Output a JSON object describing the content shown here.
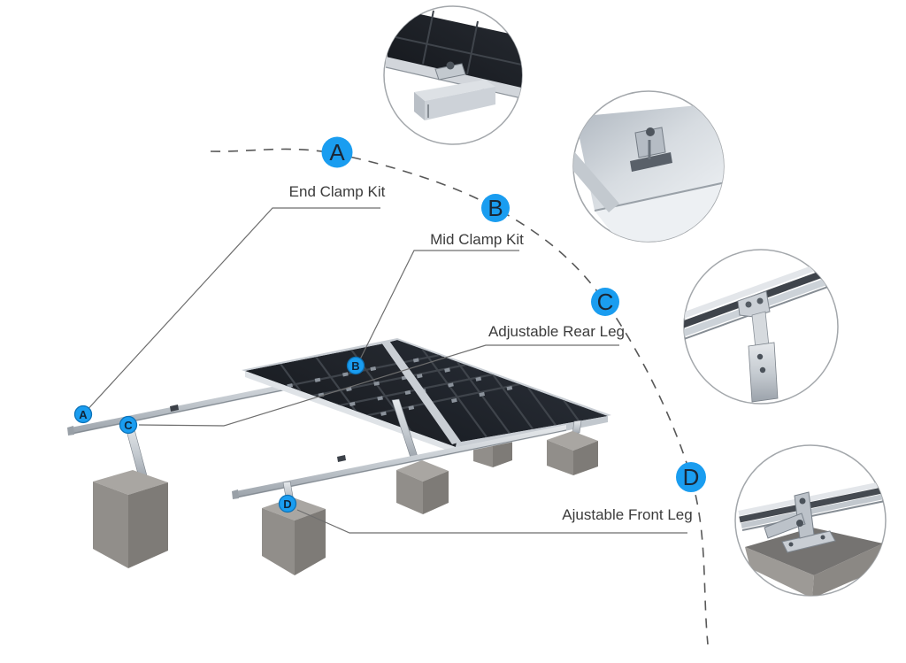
{
  "figure": {
    "title": "Solar mounting system callout diagram",
    "callouts": [
      {
        "letter": "A",
        "label": "End Clamp Kit"
      },
      {
        "letter": "B",
        "label": "Mid Clamp Kit"
      },
      {
        "letter": "C",
        "label": "Adjustable Rear Leg"
      },
      {
        "letter": "D",
        "label": "Ajustable Front Leg"
      }
    ],
    "colors": {
      "badge_blue": "#1a9df0",
      "badge_letter": "#1b2736",
      "leader_gray": "#6e6e6e",
      "label_text": "#3b3b3b",
      "panel_dark": "#1a1d23",
      "frame_silver": "#c9ced4",
      "concrete_top": "#a9a6a2",
      "concrete_front": "#918e8a",
      "concrete_side": "#7e7b77",
      "background": "#ffffff"
    }
  }
}
